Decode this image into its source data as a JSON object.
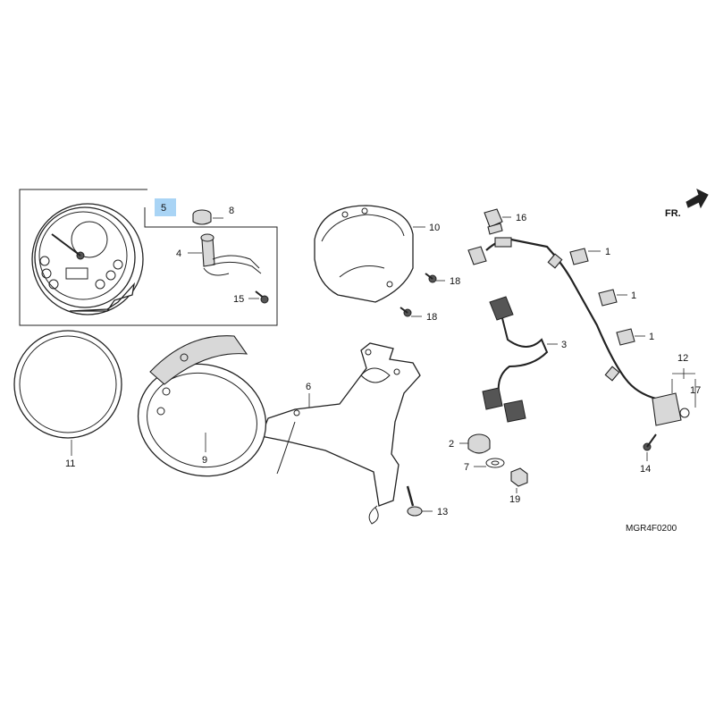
{
  "diagram": {
    "code": "MGR4F0200",
    "direction_label": "FR.",
    "highlight_color": "#a9d4f5",
    "callouts": [
      {
        "id": "c5",
        "label": "5"
      },
      {
        "id": "c8",
        "label": "8"
      },
      {
        "id": "c4",
        "label": "4"
      },
      {
        "id": "c15",
        "label": "15"
      },
      {
        "id": "c10",
        "label": "10"
      },
      {
        "id": "c18a",
        "label": "18"
      },
      {
        "id": "c18b",
        "label": "18"
      },
      {
        "id": "c16",
        "label": "16"
      },
      {
        "id": "c1a",
        "label": "1"
      },
      {
        "id": "c1b",
        "label": "1"
      },
      {
        "id": "c1c",
        "label": "1"
      },
      {
        "id": "c3",
        "label": "3"
      },
      {
        "id": "c6",
        "label": "6"
      },
      {
        "id": "c2",
        "label": "2"
      },
      {
        "id": "c7",
        "label": "7"
      },
      {
        "id": "c19",
        "label": "19"
      },
      {
        "id": "c13",
        "label": "13"
      },
      {
        "id": "c12",
        "label": "12"
      },
      {
        "id": "c17",
        "label": "17"
      },
      {
        "id": "c14",
        "label": "14"
      },
      {
        "id": "c11",
        "label": "11"
      },
      {
        "id": "c9",
        "label": "9"
      }
    ]
  }
}
